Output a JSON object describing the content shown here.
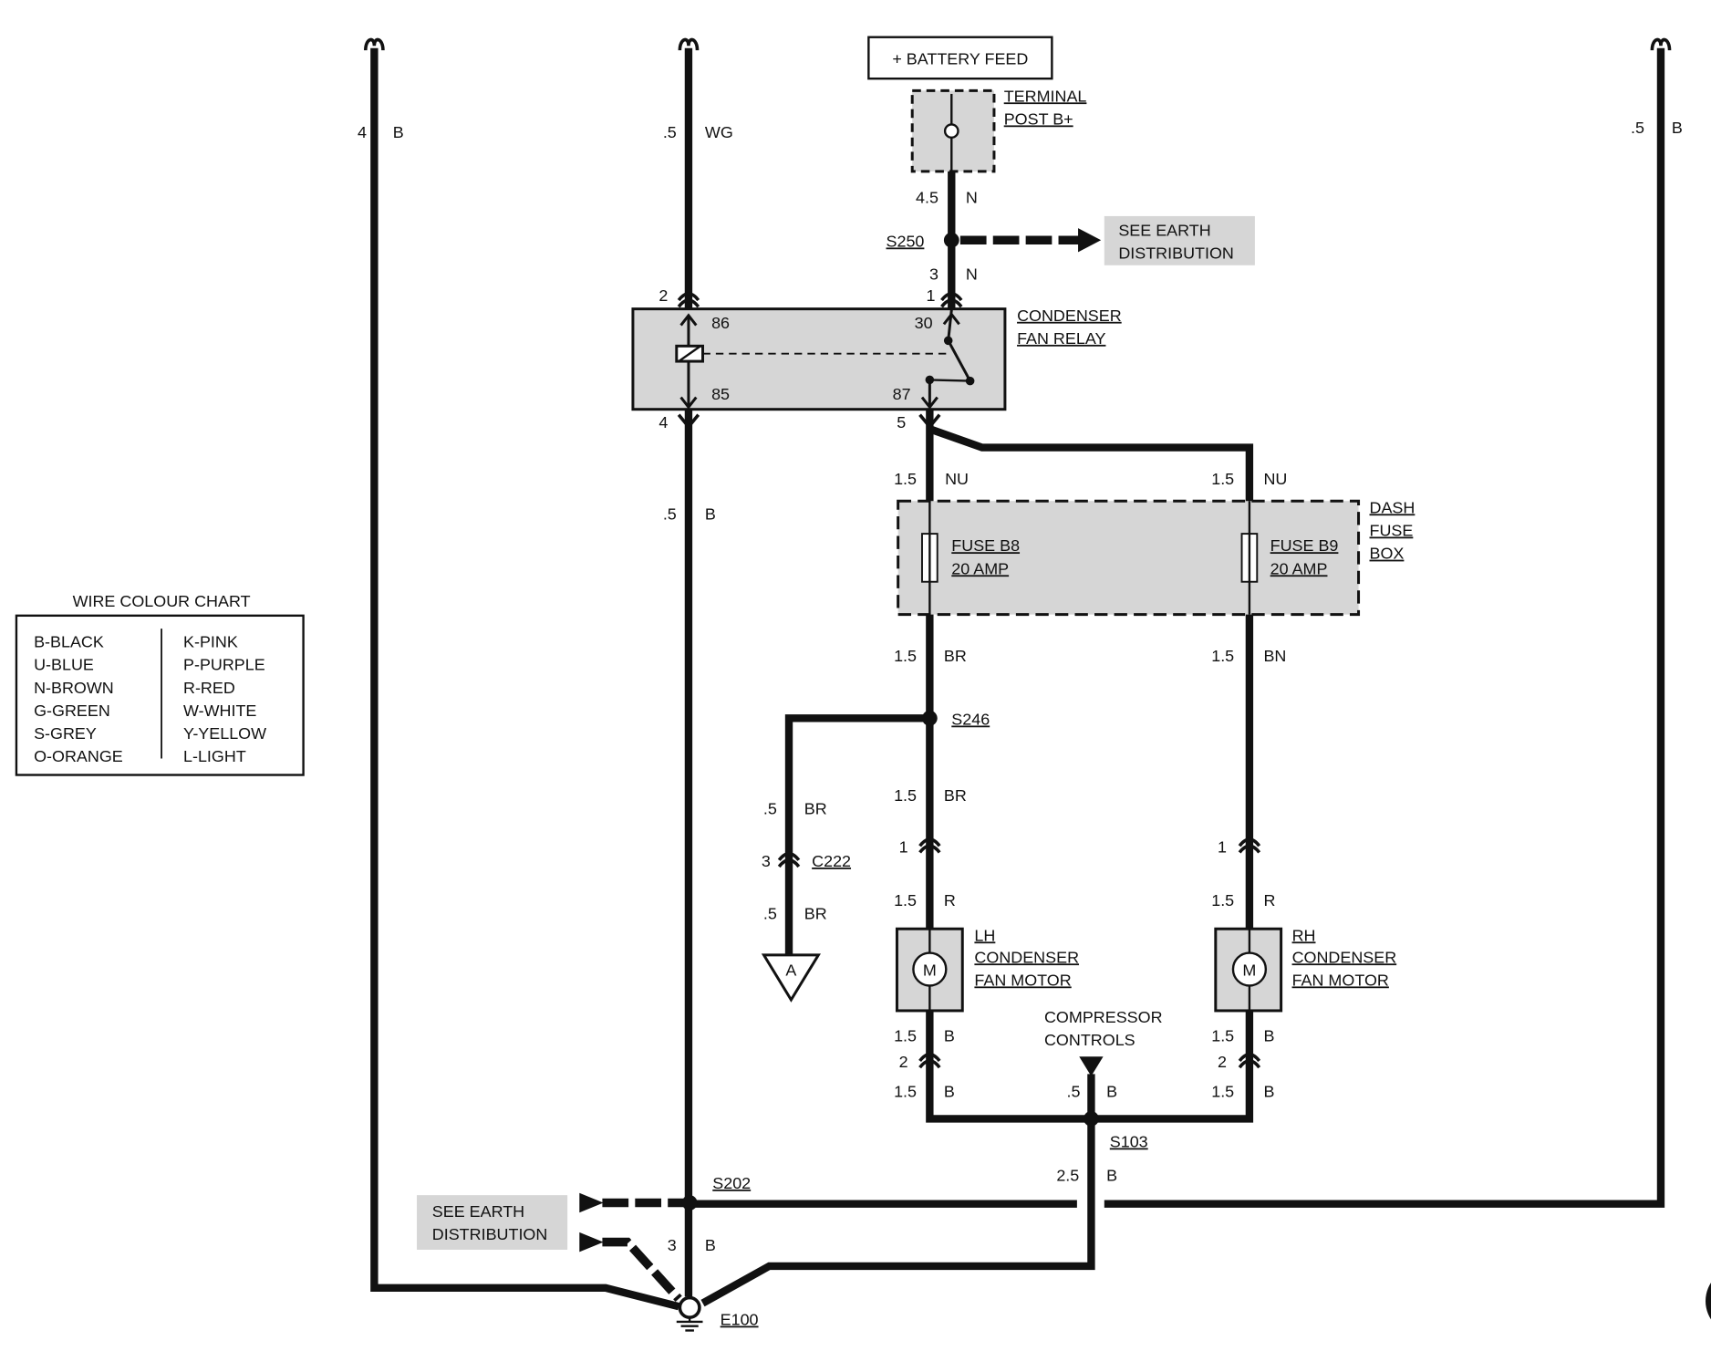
{
  "battery_feed": "+ BATTERY FEED",
  "terminal_post": {
    "line1": "TERMINAL",
    "line2": "POST B+"
  },
  "earth_refs": [
    {
      "line1": "SEE EARTH",
      "line2": "DISTRIBUTION"
    },
    {
      "line1": "SEE EARTH",
      "line2": "DISTRIBUTION"
    }
  ],
  "relay": {
    "line1": "CONDENSER",
    "line2": "FAN RELAY",
    "pins": {
      "p86": "86",
      "p30": "30",
      "p85": "85",
      "p87": "87"
    }
  },
  "fuse_box": {
    "lines": [
      "DASH",
      "FUSE",
      "BOX"
    ],
    "fuses": [
      {
        "name": "FUSE B8",
        "rating": "20 AMP"
      },
      {
        "name": "FUSE B9",
        "rating": "20 AMP"
      }
    ]
  },
  "motors": [
    {
      "side": "LH",
      "line1": "CONDENSER",
      "line2": "FAN MOTOR",
      "symbol": "M"
    },
    {
      "side": "RH",
      "line1": "CONDENSER",
      "line2": "FAN MOTOR",
      "symbol": "M"
    }
  ],
  "compressor": {
    "line1": "COMPRESSOR",
    "line2": "CONTROLS"
  },
  "splices": {
    "s250": "S250",
    "s246": "S246",
    "s103": "S103",
    "s202": "S202"
  },
  "connector": "C222",
  "ground": "E100",
  "offpage_ref": "A",
  "pins": [
    "2",
    "1",
    "4",
    "5",
    "1",
    "1",
    "2",
    "2",
    "3"
  ],
  "wire_labels": [
    {
      "size": "4",
      "colour": "B"
    },
    {
      "size": ".5",
      "colour": "WG"
    },
    {
      "size": "4.5",
      "colour": "N"
    },
    {
      "size": "3",
      "colour": "N"
    },
    {
      "size": ".5",
      "colour": "B"
    },
    {
      "size": "1.5",
      "colour": "NU"
    },
    {
      "size": "1.5",
      "colour": "NU"
    },
    {
      "size": "1.5",
      "colour": "BR"
    },
    {
      "size": "1.5",
      "colour": "BN"
    },
    {
      "size": ".5",
      "colour": "BR"
    },
    {
      "size": ".5",
      "colour": "BR"
    },
    {
      "size": "1.5",
      "colour": "BR"
    },
    {
      "size": "1.5",
      "colour": "R"
    },
    {
      "size": "1.5",
      "colour": "R"
    },
    {
      "size": "1.5",
      "colour": "B"
    },
    {
      "size": "1.5",
      "colour": "B"
    },
    {
      "size": "1.5",
      "colour": "B"
    },
    {
      "size": "1.5",
      "colour": "B"
    },
    {
      "size": ".5",
      "colour": "B"
    },
    {
      "size": "2.5",
      "colour": "B"
    },
    {
      "size": "3",
      "colour": "B"
    },
    {
      "size": ".5",
      "colour": "B"
    }
  ],
  "colour_chart": {
    "title": "WIRE COLOUR CHART",
    "left": [
      "B-BLACK",
      "U-BLUE",
      "N-BROWN",
      "G-GREEN",
      "S-GREY",
      "O-ORANGE"
    ],
    "right": [
      "K-PINK",
      "P-PURPLE",
      "R-RED",
      "W-WHITE",
      "Y-YELLOW",
      "L-LIGHT"
    ]
  },
  "colors": {
    "ink": "#111111",
    "shade": "#d6d6d6",
    "background": "#ffffff"
  }
}
